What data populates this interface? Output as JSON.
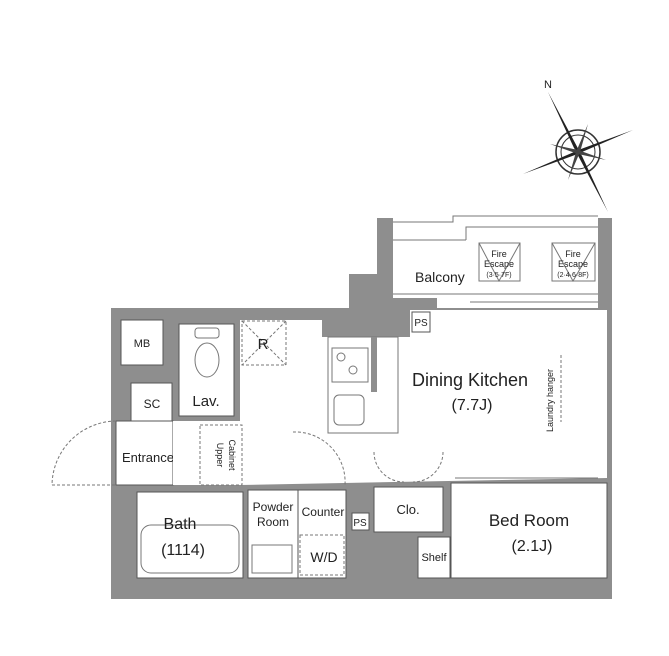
{
  "compass": {
    "north_label": "N"
  },
  "rooms": {
    "balcony": "Balcony",
    "fire_escape_1": {
      "line1": "Fire",
      "line2": "Escape",
      "line3": "(3·5·7F)"
    },
    "fire_escape_2": {
      "line1": "Fire",
      "line2": "Escape",
      "line3": "(2·4·6·8F)"
    },
    "ps_top": "PS",
    "mb": "MB",
    "r": "R",
    "lav": "Lav.",
    "sc": "SC",
    "entrance": "Entrance",
    "upper_cabinet": {
      "line1": "Upper",
      "line2": "Cabinet"
    },
    "dining_kitchen": {
      "name": "Dining Kitchen",
      "size": "(7.7J)"
    },
    "laundry_hanger": "Laundry hanger",
    "bath": {
      "name": "Bath",
      "size": "(1114)"
    },
    "powder_room": {
      "line1": "Powder",
      "line2": "Room"
    },
    "counter": "Counter",
    "ps_bottom": "PS",
    "wd": "W/D",
    "clo": "Clo.",
    "bed_room": {
      "name": "Bed Room",
      "size": "(2.1J)"
    },
    "shelf": "Shelf"
  }
}
